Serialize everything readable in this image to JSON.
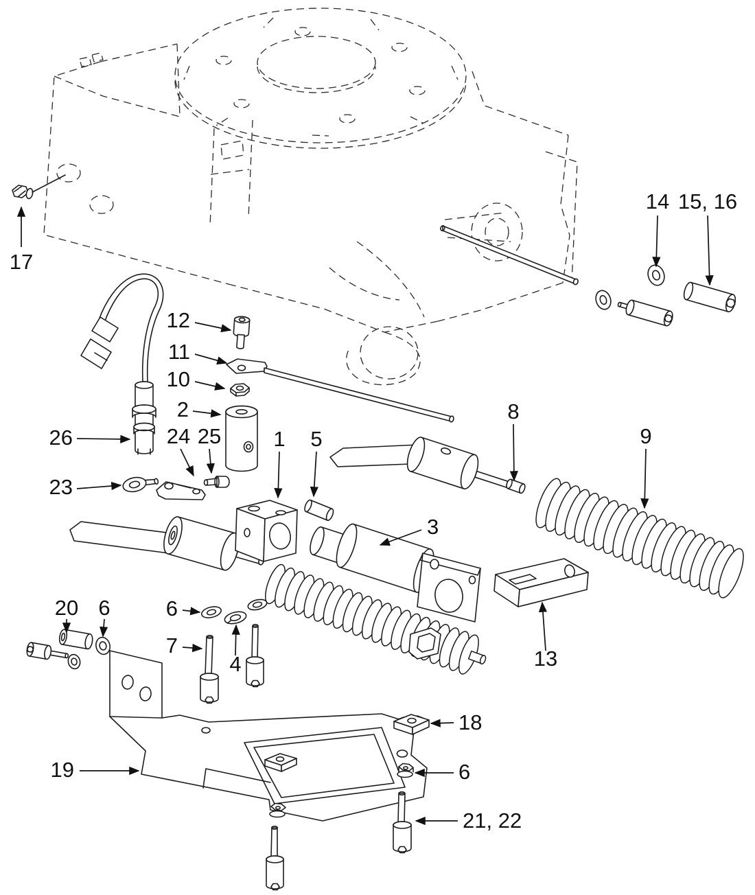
{
  "figure": {
    "kind": "exploded-parts-diagram",
    "background_color": "#ffffff",
    "line_color": "#1c1c1c",
    "hidden_line_style": "dashed"
  },
  "callouts": [
    {
      "label": "17"
    },
    {
      "label": "14"
    },
    {
      "label": "15, 16"
    },
    {
      "label": "12"
    },
    {
      "label": "11"
    },
    {
      "label": "10"
    },
    {
      "label": "2"
    },
    {
      "label": "26"
    },
    {
      "label": "24"
    },
    {
      "label": "25"
    },
    {
      "label": "23"
    },
    {
      "label": "1"
    },
    {
      "label": "5"
    },
    {
      "label": "8"
    },
    {
      "label": "9"
    },
    {
      "label": "3"
    },
    {
      "label": "20"
    },
    {
      "label": "6"
    },
    {
      "label": "6"
    },
    {
      "label": "7"
    },
    {
      "label": "4"
    },
    {
      "label": "13"
    },
    {
      "label": "18"
    },
    {
      "label": "19"
    },
    {
      "label": "6"
    },
    {
      "label": "21, 22"
    }
  ]
}
